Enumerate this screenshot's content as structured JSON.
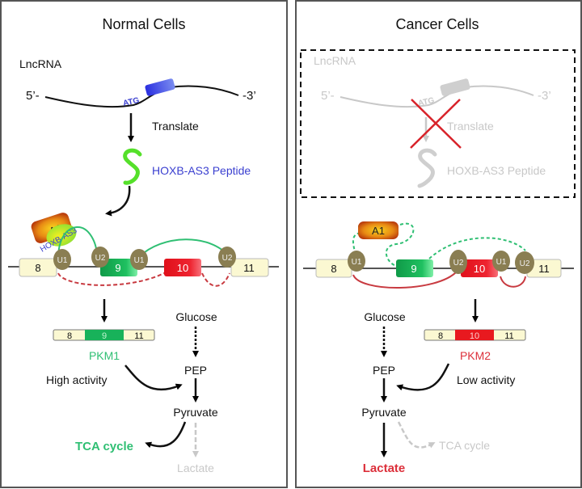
{
  "panels": {
    "normal": {
      "title": "Normal Cells",
      "lncrna_label": "LncRNA",
      "five_prime": "5’-",
      "three_prime": "-3’",
      "atg": "ATG",
      "translate": "Translate",
      "peptide": "HOXB-AS3 Peptide",
      "a1": "A1",
      "hoxb_tag": "HOXB-AS3",
      "exons": [
        "8",
        "9",
        "10",
        "11"
      ],
      "snrnps": [
        "U1",
        "U2",
        "U1",
        "U2"
      ],
      "product_exons": [
        "8",
        "9",
        "11"
      ],
      "product": "PKM1",
      "activity": "High activity",
      "glucose": "Glucose",
      "pep": "PEP",
      "pyruvate": "Pyruvate",
      "tca": "TCA cycle",
      "lactate": "Lactate"
    },
    "cancer": {
      "title": "Cancer Cells",
      "lncrna_label": "LncRNA",
      "five_prime": "5’-",
      "three_prime": "-3’",
      "atg": "ATG",
      "translate": "Translate",
      "peptide": "HOXB-AS3 Peptide",
      "a1": "A1",
      "exons": [
        "8",
        "9",
        "10",
        "11"
      ],
      "snrnps": [
        "U1",
        "U2",
        "U1",
        "U2"
      ],
      "product_exons": [
        "8",
        "10",
        "11"
      ],
      "product": "PKM2",
      "activity": "Low activity",
      "glucose": "Glucose",
      "pep": "PEP",
      "pyruvate": "Pyruvate",
      "tca": "TCA cycle",
      "lactate": "Lactate"
    }
  },
  "colors": {
    "exon_pale": "#fbf8d2",
    "exon_green": "#18b25a",
    "exon_red": "#e8191f",
    "snrnp": "#8a7e52",
    "peptide_green": "#55e02a",
    "blue": "#3a3fd0",
    "pkm1_green": "#2fbf73",
    "pkm2_red": "#dc2f3a",
    "faded": "#c8c8c8",
    "cross_red": "#d8232a"
  }
}
